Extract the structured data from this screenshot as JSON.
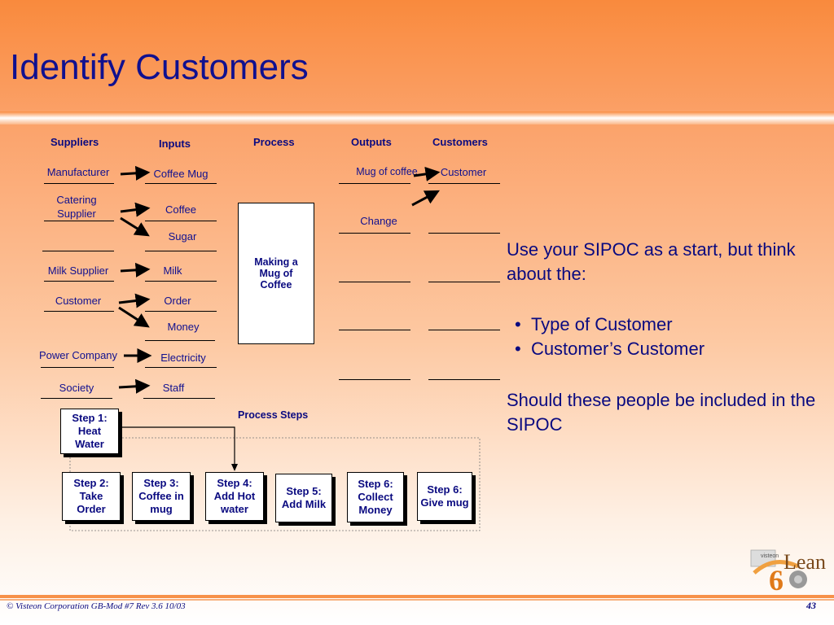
{
  "title": "Identify Customers",
  "headers": {
    "suppliers": "Suppliers",
    "inputs": "Inputs",
    "process": "Process",
    "outputs": "Outputs",
    "customers": "Customers"
  },
  "suppliers": [
    "Manufacturer",
    "Catering Supplier",
    "Milk Supplier",
    "Customer",
    "Power Company",
    "Society"
  ],
  "inputs": [
    "Coffee Mug",
    "Coffee",
    "Sugar",
    "Milk",
    "Order",
    "Money",
    "Electricity",
    "Staff"
  ],
  "process_box": "Making a Mug of Coffee",
  "outputs": [
    "Mug of coffee",
    "Change"
  ],
  "customers": [
    "Customer"
  ],
  "process_steps_label": "Process Steps",
  "steps": {
    "step1": "Step 1: Heat Water",
    "step2": "Step 2: Take Order",
    "step3": "Step 3: Coffee in mug",
    "step4": "Step 4: Add Hot water",
    "step5": "Step 5: Add Milk",
    "step6a": "Step 6: Collect Money",
    "step6b": "Step 6: Give mug"
  },
  "side_text": {
    "intro": "Use your SIPOC as a start, but think about the:",
    "bullets": [
      "Type of Customer",
      "Customer’s Customer"
    ],
    "question": "Should these people be included in the SIPOC"
  },
  "footer": "© Visteon Corporation  GB-Mod #7 Rev 3.6  10/03",
  "page_number": "43",
  "logo": {
    "small_text": "visteon",
    "digit": "6",
    "word": "Lean"
  }
}
